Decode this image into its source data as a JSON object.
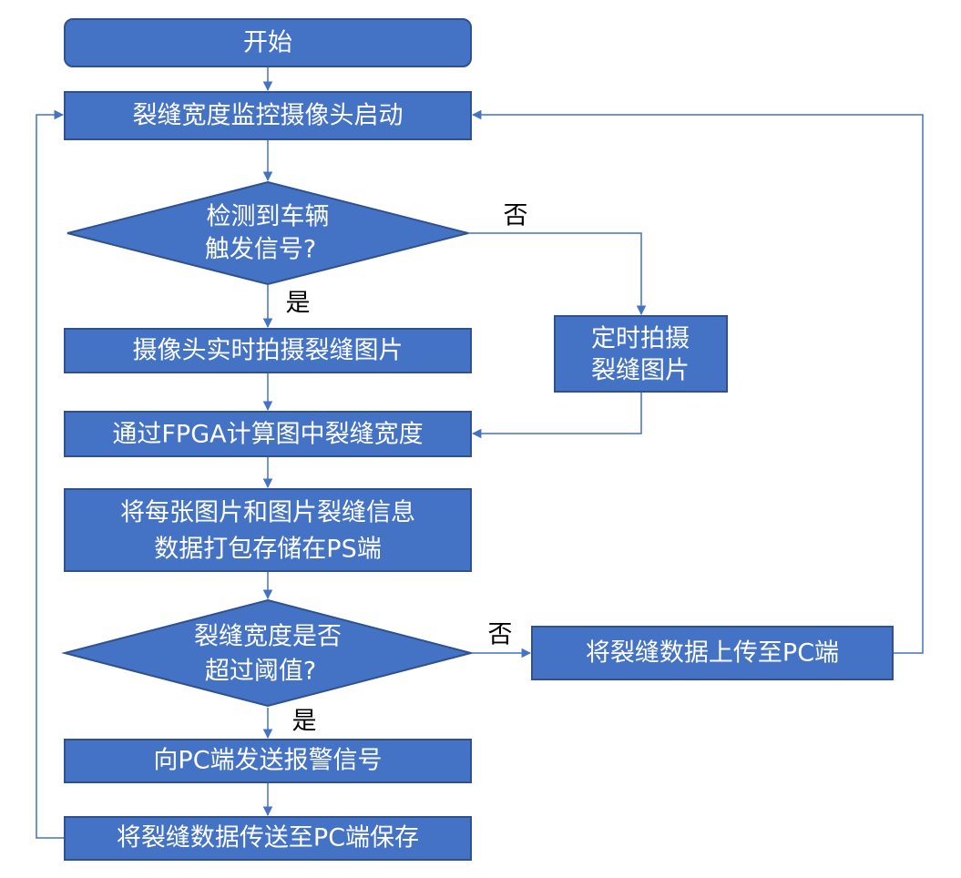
{
  "colors": {
    "node_fill": "#4472C4",
    "node_border": "#2F528F",
    "arrow": "#4472C4",
    "node_text": "#FFFFFF",
    "label_text": "#000000"
  },
  "nodes": {
    "start": "开始",
    "camera_start": "裂缝宽度监控摄像头启动",
    "vehicle_check": [
      "检测到车辆",
      "触发信号?"
    ],
    "realtime_capture": "摄像头实时拍摄裂缝图片",
    "timed_capture": [
      "定时拍摄",
      "裂缝图片"
    ],
    "fpga_compute": "通过FPGA计算图中裂缝宽度",
    "pack_store": [
      "将每张图片和图片裂缝信息",
      "数据打包存储在PS端"
    ],
    "threshold_check": [
      "裂缝宽度是否",
      "超过阈值?"
    ],
    "upload_pc": "将裂缝数据上传至PC端",
    "send_alarm": "向PC端发送报警信号",
    "save_pc": "将裂缝数据传送至PC端保存"
  },
  "labels": {
    "no_1": "否",
    "yes_1": "是",
    "no_2": "否",
    "yes_2": "是"
  }
}
